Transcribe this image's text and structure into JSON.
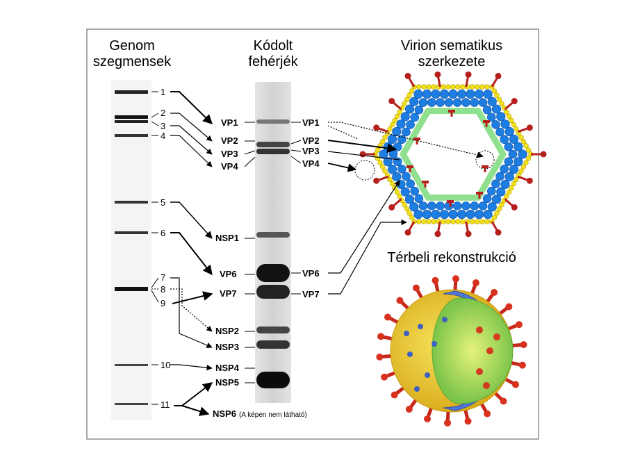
{
  "headers": {
    "genome": [
      "Genom",
      "szegmensek"
    ],
    "proteins": [
      "Kódolt",
      "fehérjék"
    ],
    "virion": [
      "Virion sematikus",
      "szerkezete"
    ],
    "reconstruction": "Térbeli rekonstrukció"
  },
  "segments": [
    "1",
    "2",
    "3",
    "4",
    "5",
    "6",
    "7",
    "8",
    "9",
    "10",
    "11"
  ],
  "proteins_mid": [
    "VP1",
    "VP2",
    "VP3",
    "VP4",
    "NSP1",
    "VP6",
    "VP7",
    "NSP2",
    "NSP3",
    "NSP4",
    "NSP5",
    "NSP6"
  ],
  "nsp6_note": "(A képen nem látható)",
  "proteins_right": [
    "VP1",
    "VP2",
    "VP3",
    "VP4",
    "VP6",
    "VP7"
  ],
  "colors": {
    "capsid_blue": "#1e7de0",
    "inner_shell_green": "#8fe08f",
    "outer_dots_yellow": "#f2e01c",
    "spike_red": "#b5201c"
  }
}
